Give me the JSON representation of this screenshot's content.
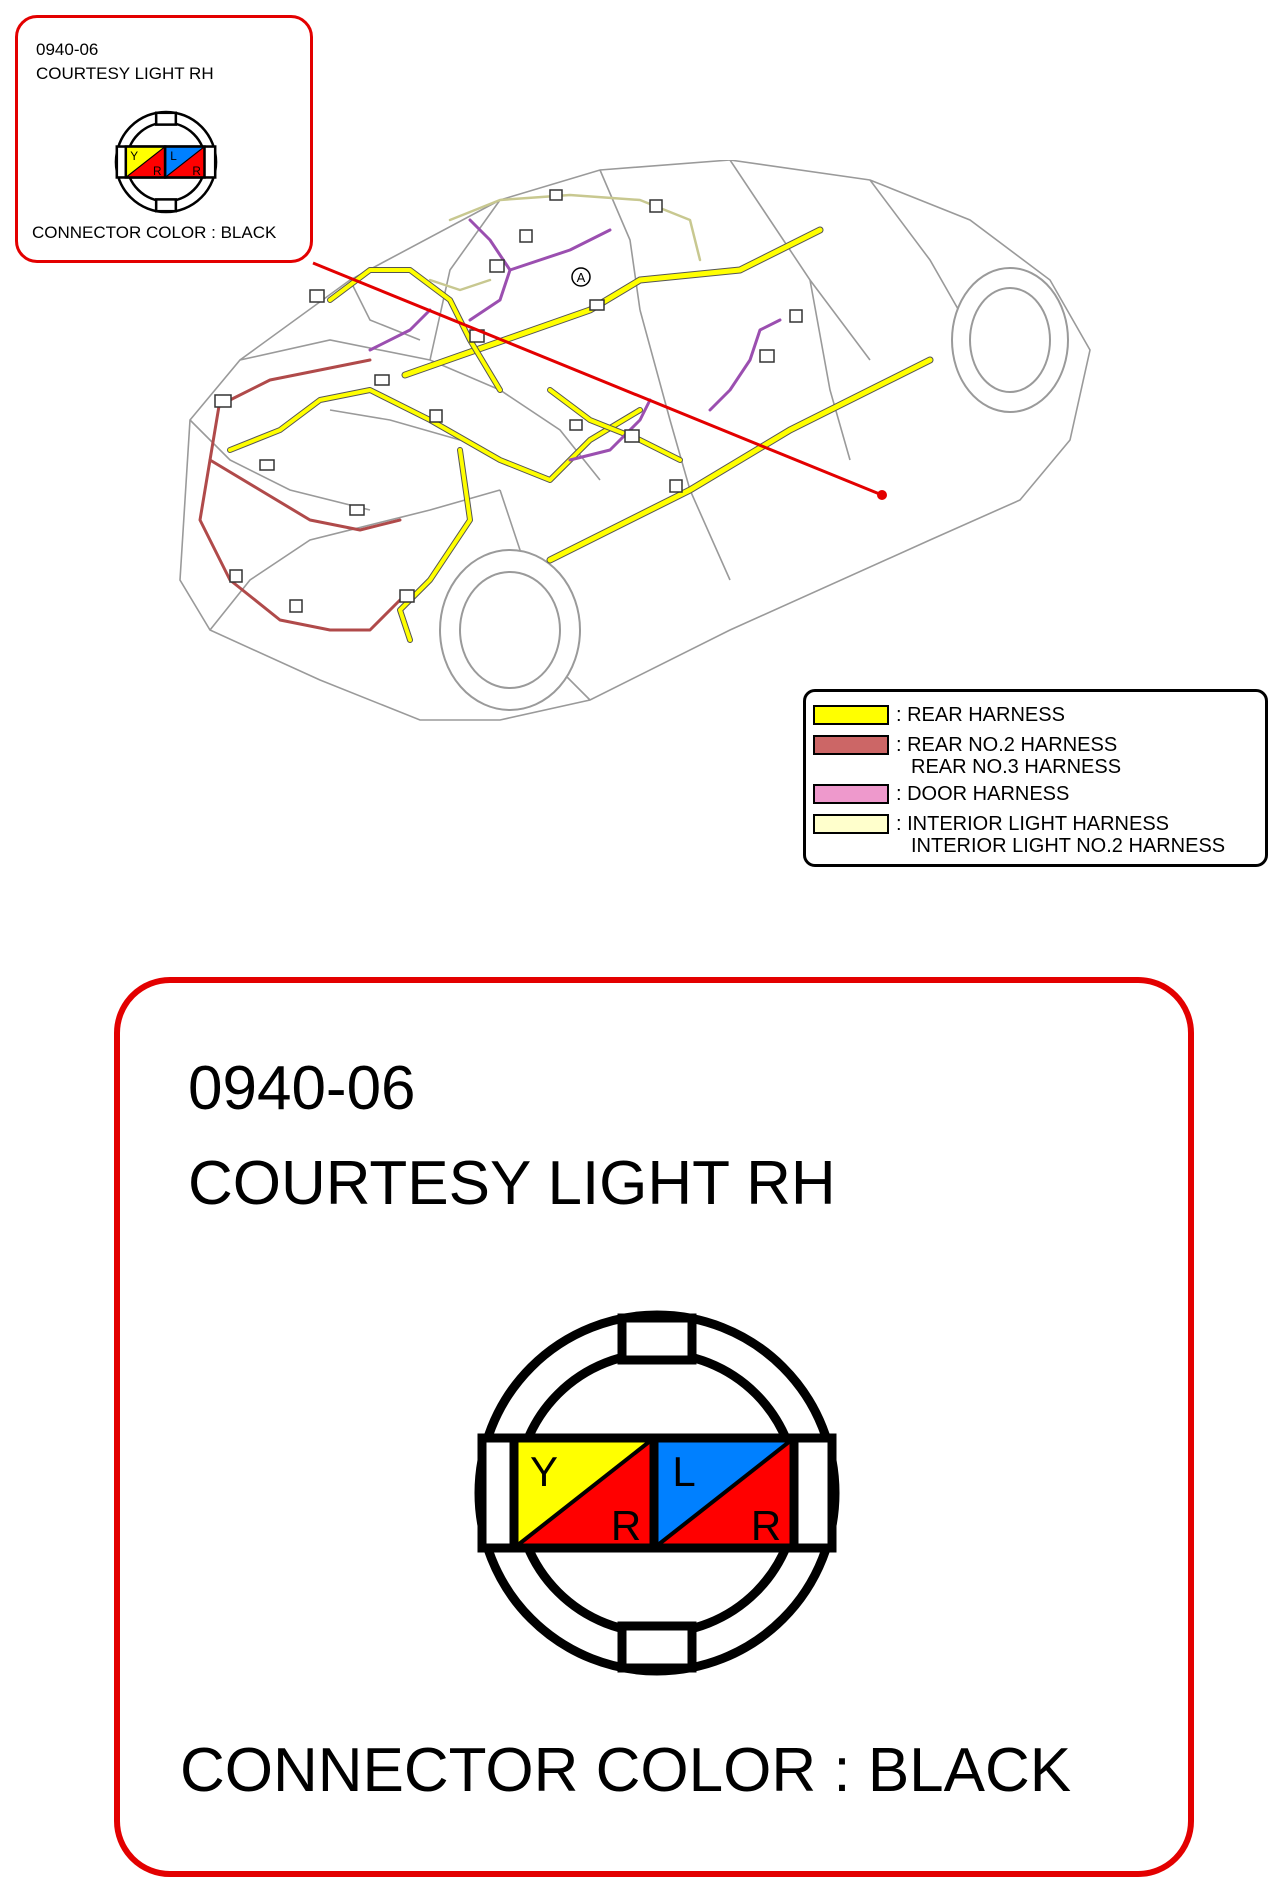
{
  "callout_small": {
    "code": "0940-06",
    "name": "COURTESY LIGHT RH",
    "connector_color": "CONNECTOR COLOR : BLACK"
  },
  "callout_large": {
    "code": "0940-06",
    "name": "COURTESY LIGHT RH",
    "connector_color": "CONNECTOR COLOR : BLACK"
  },
  "connector": {
    "terminals": [
      {
        "top": "Y",
        "bottom": "R",
        "top_color": "#ffff00",
        "bottom_color": "#ff0000"
      },
      {
        "top": "L",
        "bottom": "R",
        "top_color": "#0080ff",
        "bottom_color": "#ff0000"
      }
    ]
  },
  "location_marker": "A",
  "legend": {
    "items": [
      {
        "color": "#ffff00",
        "lines": [
          ": REAR HARNESS"
        ]
      },
      {
        "color": "#cc6666",
        "lines": [
          ": REAR NO.2 HARNESS",
          "REAR NO.3 HARNESS"
        ]
      },
      {
        "color": "#ee99cc",
        "lines": [
          ": DOOR HARNESS"
        ]
      },
      {
        "color": "#ffffcc",
        "lines": [
          ": INTERIOR LIGHT HARNESS",
          "INTERIOR LIGHT NO.2 HARNESS"
        ]
      }
    ]
  },
  "colors": {
    "callout_border": "#e30000",
    "harness_rear": "#ffff00",
    "harness_rear2": "#b04a4a",
    "harness_door": "#9b4fb0",
    "harness_interior": "#e8e8b0"
  }
}
